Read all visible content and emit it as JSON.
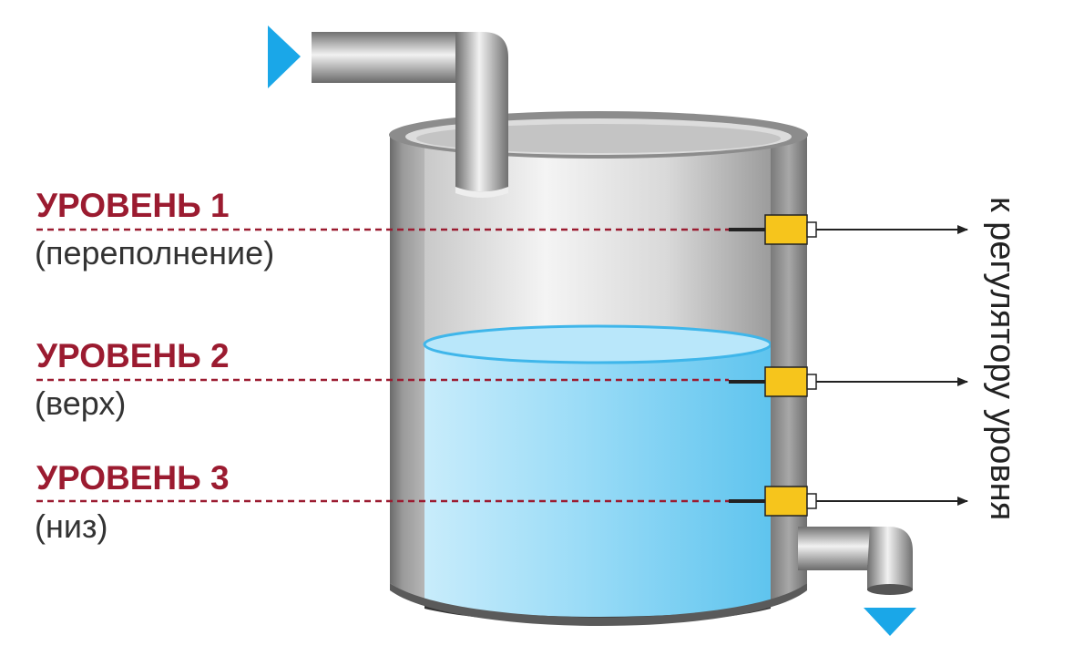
{
  "levels": [
    {
      "title": "УРОВЕНЬ 1",
      "subtitle": "(переполнение)"
    },
    {
      "title": "УРОВЕНЬ 2",
      "subtitle": "(верх)"
    },
    {
      "title": "УРОВЕНЬ 3",
      "subtitle": "(низ)"
    }
  ],
  "side_label": "к регулятору уровня",
  "colors": {
    "level_text": "#9b1b30",
    "subtitle_text": "#333333",
    "dash_line": "#9b1b30",
    "water_light": "#c8ecfb",
    "water_dark": "#66c8ef",
    "arrow_flow": "#1aa7e8",
    "sensor": "#f6c51c",
    "signal_arrow": "#222222"
  },
  "icons": {
    "inlet": "triangle-right-icon",
    "outlet": "triangle-down-icon",
    "sensor": "level-sensor-icon"
  }
}
